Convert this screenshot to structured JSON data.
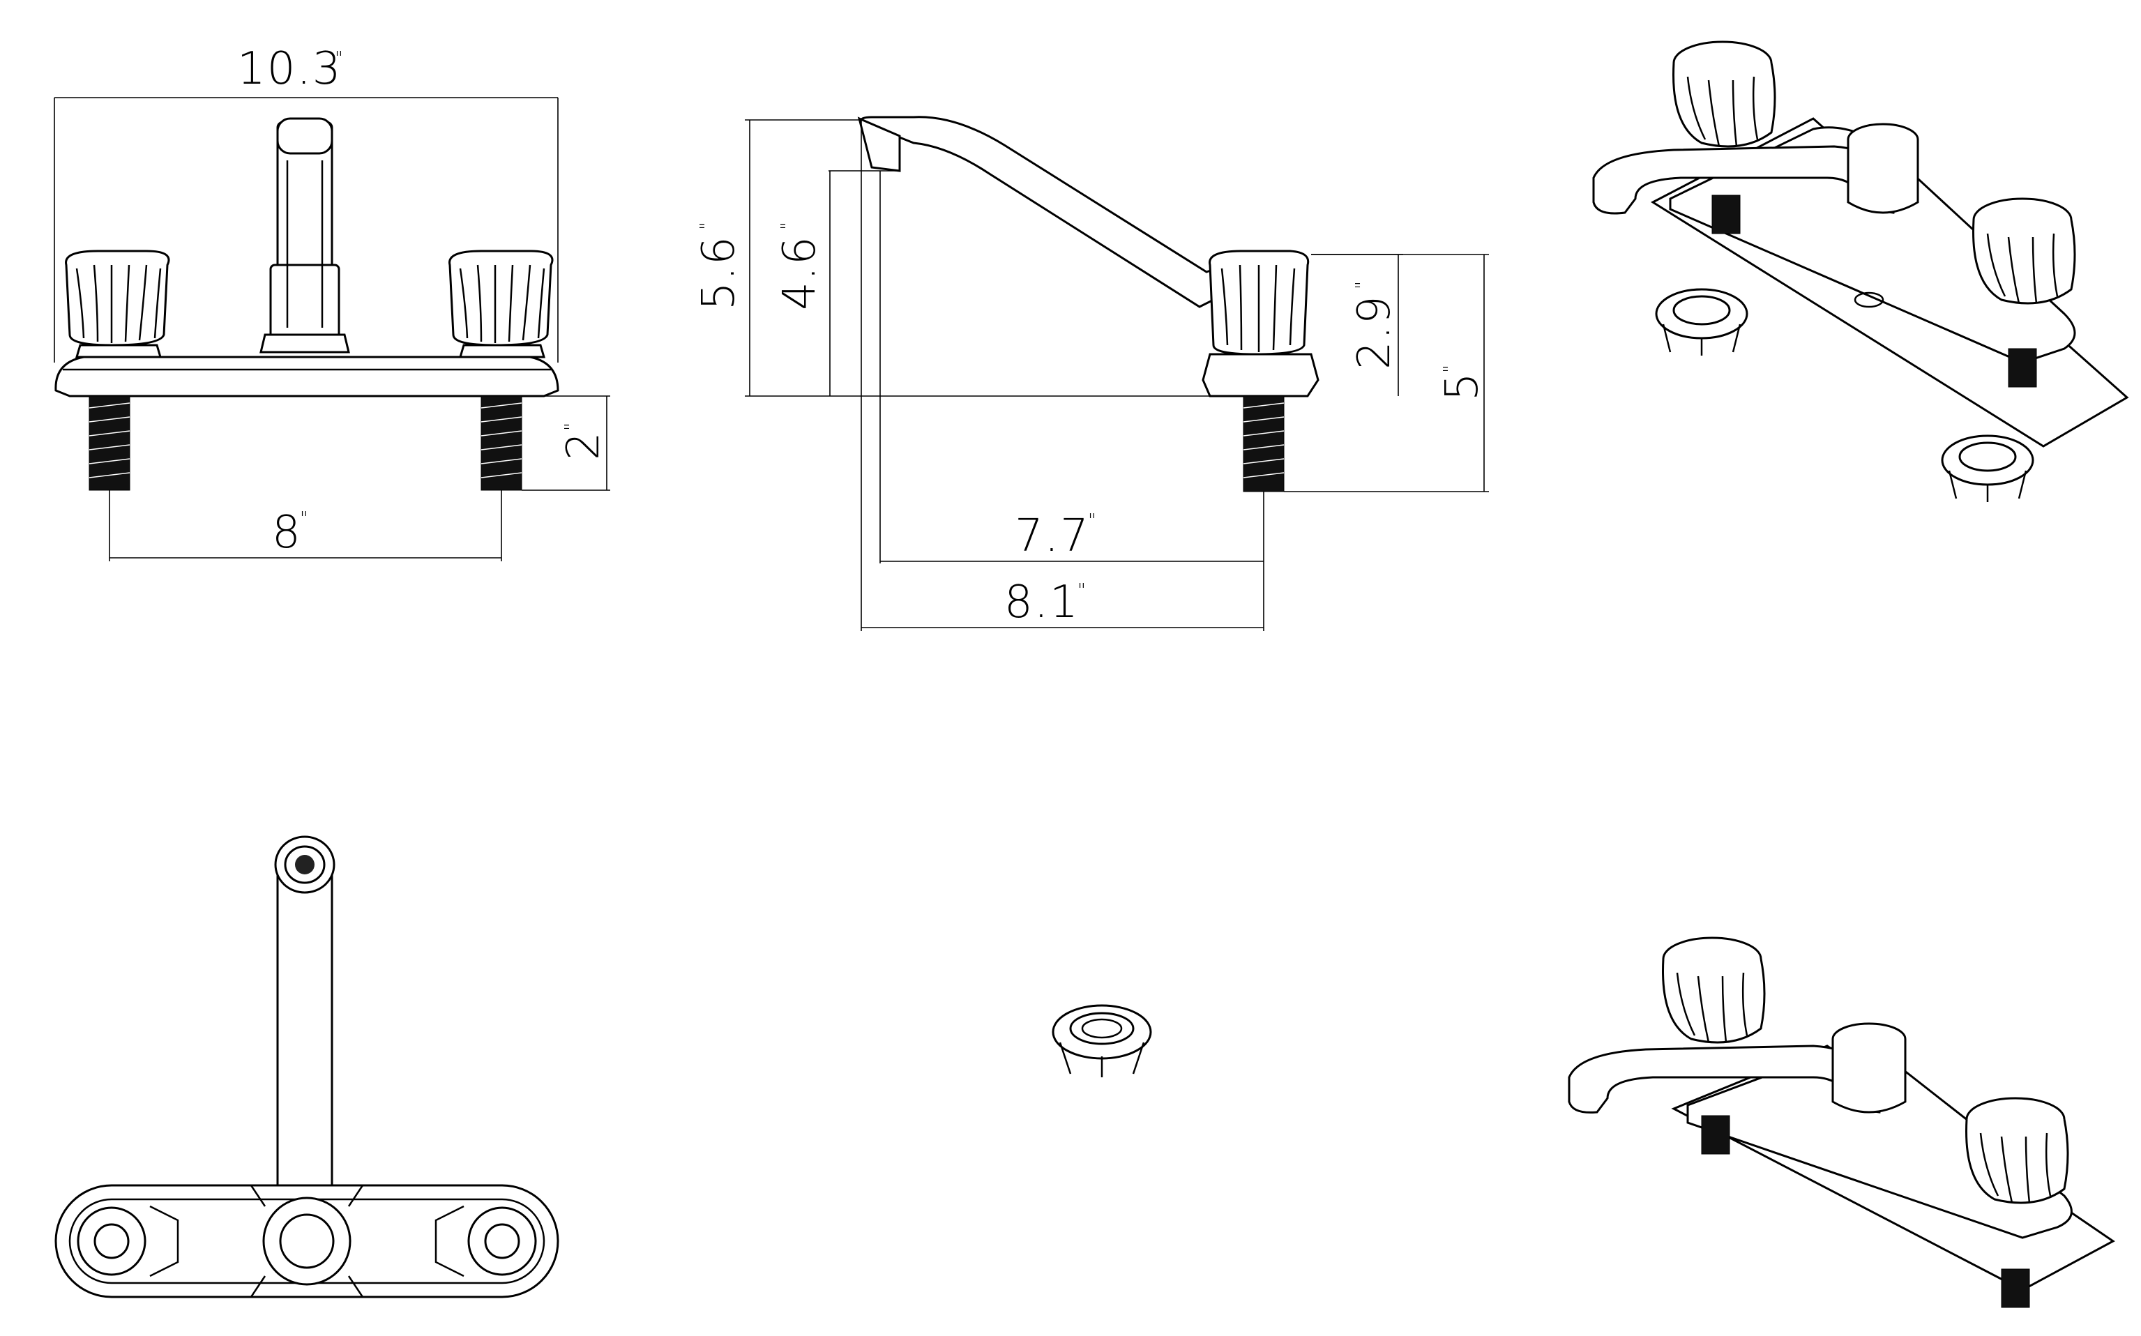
{
  "drawing": {
    "front_view": {
      "overall_width": "10.3",
      "overall_width_unit": "\"",
      "center_spacing": "8",
      "center_spacing_unit": "\"",
      "shank_length": "2",
      "shank_length_unit": "\""
    },
    "side_view": {
      "spout_height": "5.6",
      "spout_height_unit": "\"",
      "outlet_height": "4.6",
      "outlet_height_unit": "\"",
      "handle_height": "2.9",
      "handle_height_unit": "\"",
      "height_with_shank": "5",
      "height_with_shank_unit": "\"",
      "spout_reach_inner": "7.7",
      "spout_reach_inner_unit": "\"",
      "spout_reach_outer": "8.1",
      "spout_reach_outer_unit": "\""
    }
  },
  "colors": {
    "line": "#000000",
    "background": "#ffffff"
  }
}
